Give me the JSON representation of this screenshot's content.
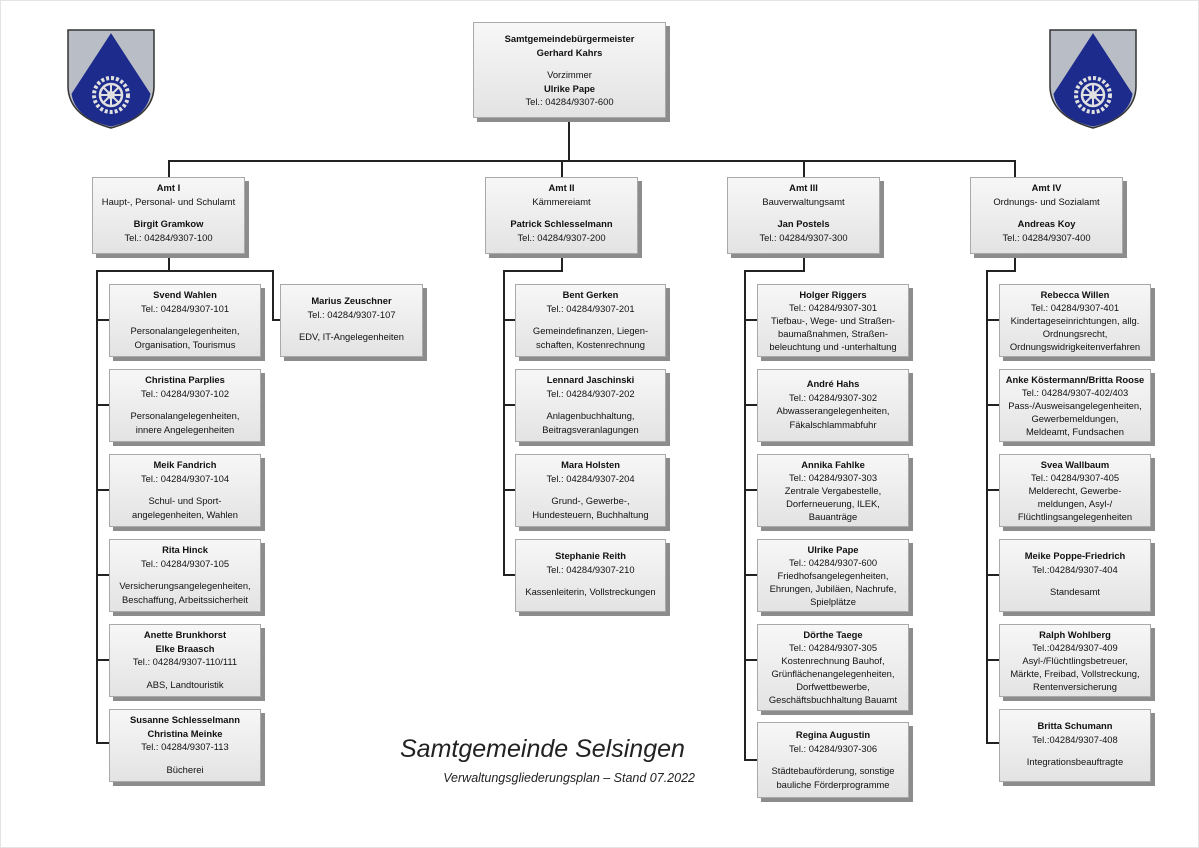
{
  "head": {
    "title": "Samtgemeindebürgermeister",
    "name": "Gerhard Kahrs",
    "office_label": "Vorzimmer",
    "office_name": "Ulrike Pape",
    "office_phone": "Tel.: 04284/9307-600"
  },
  "departments": [
    {
      "title": "Amt I",
      "desc": "Haupt-, Personal- und Schulamt",
      "name": "Birgit Gramkow",
      "phone": "Tel.: 04284/9307-100"
    },
    {
      "title": "Amt II",
      "desc": "Kämmereiamt",
      "name": "Patrick Schlesselmann",
      "phone": "Tel.: 04284/9307-200"
    },
    {
      "title": "Amt III",
      "desc": "Bauverwaltungsamt",
      "name": "Jan Postels",
      "phone": "Tel.: 04284/9307-300"
    },
    {
      "title": "Amt IV",
      "desc": "Ordnungs- und Sozialamt",
      "name": "Andreas Koy",
      "phone": "Tel.: 04284/9307-400"
    }
  ],
  "staff": {
    "amt1": [
      {
        "name": "Svend Wahlen",
        "phone": "Tel.: 04284/9307-101",
        "duties": [
          "Personalangelegenheiten,",
          "Organisation, Tourismus"
        ]
      },
      {
        "name": "Christina Parplies",
        "phone": "Tel.: 04284/9307-102",
        "duties": [
          "Personalangelegenheiten,",
          "innere Angelegenheiten"
        ]
      },
      {
        "name": "Meik Fandrich",
        "phone": "Tel.: 04284/9307-104",
        "duties": [
          "Schul- und Sport-",
          "angelegenheiten, Wahlen"
        ]
      },
      {
        "name": "Rita Hinck",
        "phone": "Tel.: 04284/9307-105",
        "duties": [
          "Versicherungsangelegenheiten,",
          "Beschaffung, Arbeitssicherheit"
        ]
      },
      {
        "name": "Anette Brunkhorst",
        "name2": "Elke Braasch",
        "phone": "Tel.: 04284/9307-110/111",
        "duties": [
          "ABS, Landtouristik"
        ]
      },
      {
        "name": "Susanne Schlesselmann",
        "name2": "Christina Meinke",
        "phone": "Tel.: 04284/9307-113",
        "duties": [
          "Bücherei"
        ]
      }
    ],
    "amt1_side": {
      "name": "Marius Zeuschner",
      "phone": "Tel.: 04284/9307-107",
      "duties": [
        "EDV, IT-Angelegenheiten"
      ]
    },
    "amt2": [
      {
        "name": "Bent Gerken",
        "phone": "Tel.: 04284/9307-201",
        "duties": [
          "Gemeindefinanzen, Liegen-",
          "schaften, Kostenrechnung"
        ]
      },
      {
        "name": "Lennard Jaschinski",
        "phone": "Tel.: 04284/9307-202",
        "duties": [
          "Anlagenbuchhaltung,",
          "Beitragsveranlagungen"
        ]
      },
      {
        "name": "Mara Holsten",
        "phone": "Tel.: 04284/9307-204",
        "duties": [
          "Grund-, Gewerbe-,",
          "Hundesteuern, Buchhaltung"
        ]
      },
      {
        "name": "Stephanie Reith",
        "phone": "Tel.: 04284/9307-210",
        "duties": [
          "Kassenleiterin, Vollstreckungen"
        ]
      }
    ],
    "amt3": [
      {
        "name": "Holger Riggers",
        "phone": "Tel.: 04284/9307-301",
        "duties": [
          "Tiefbau-, Wege- und Straßen-",
          "baumaßnahmen, Straßen-",
          "beleuchtung und -unterhaltung"
        ]
      },
      {
        "name": "André Hahs",
        "phone": "Tel.: 04284/9307-302",
        "duties": [
          "Abwasserangelegenheiten,",
          "Fäkalschlammabfuhr"
        ]
      },
      {
        "name": "Annika Fahlke",
        "phone": "Tel.: 04284/9307-303",
        "duties": [
          "Zentrale Vergabestelle,",
          "Dorferneuerung, ILEK,",
          "Bauanträge"
        ]
      },
      {
        "name": "Ulrike Pape",
        "phone": "Tel.: 04284/9307-600",
        "duties": [
          "Friedhofsangelegenheiten,",
          "Ehrungen, Jubiläen, Nachrufe,",
          "Spielplätze"
        ]
      },
      {
        "name": "Dörthe Taege",
        "phone": "Tel.: 04284/9307-305",
        "duties": [
          "Kostenrechnung Bauhof,",
          "Grünflächenangelegenheiten,",
          "Dorfwettbewerbe,",
          "Geschäftsbuchhaltung Bauamt"
        ]
      },
      {
        "name": "Regina Augustin",
        "phone": "Tel.: 04284/9307-306",
        "duties": [
          "Städtebauförderung, sonstige",
          "bauliche Förderprogramme"
        ]
      }
    ],
    "amt4": [
      {
        "name": "Rebecca Willen",
        "phone": "Tel.: 04284/9307-401",
        "duties": [
          "Kindertageseinrichtungen, allg.",
          "Ordnungsrecht,",
          "Ordnungswidrigkeitenverfahren"
        ]
      },
      {
        "name": "Anke Köstermann/Britta Roose",
        "phone": "Tel.: 04284/9307-402/403",
        "duties": [
          "Pass-/Ausweisangelegenheiten,",
          "Gewerbemeldungen,",
          "Meldeamt, Fundsachen"
        ]
      },
      {
        "name": "Svea Wallbaum",
        "phone": "Tel.: 04284/9307-405",
        "duties": [
          "Melderecht, Gewerbe-",
          "meldungen, Asyl-/",
          "Flüchtlingsangelegenheiten"
        ]
      },
      {
        "name": "Meike Poppe-Friedrich",
        "phone": "Tel.:04284/9307-404",
        "duties": [
          "Standesamt"
        ]
      },
      {
        "name": "Ralph Wohlberg",
        "phone": "Tel.:04284/9307-409",
        "duties": [
          "Asyl-/Flüchtlingsbetreuer,",
          "Märkte, Freibad, Vollstreckung,",
          "Rentenversicherung"
        ]
      },
      {
        "name": "Britta Schumann",
        "phone": "Tel.:04284/9307-408",
        "duties": [
          "Integrationsbeauftragte"
        ]
      }
    ]
  },
  "footer": {
    "title": "Samtgemeinde Selsingen",
    "subtitle": "Verwaltungsgliederungsplan – Stand 07.2022"
  },
  "colors": {
    "crest_blue": "#1c2b8c",
    "crest_grey": "#b8bcc4"
  },
  "icons": [
    "coat-of-arms-icon"
  ]
}
